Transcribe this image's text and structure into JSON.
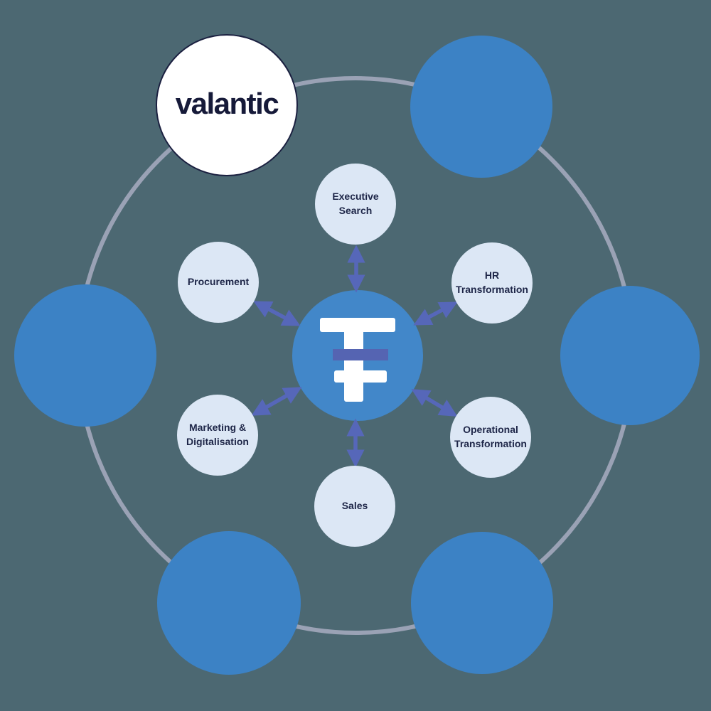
{
  "diagram": {
    "background_color": "#4c6872",
    "ring_color": "#9aa2b5",
    "accent_blue": "#3c82c5",
    "center_blue": "#4287c9",
    "light_circle_color": "#dce7f5",
    "arrow_color": "#5667b9",
    "label_text_color": "#1d2547",
    "brand": {
      "wordmark": "valantic"
    },
    "center_hub": {
      "icon": "tf-monogram-icon",
      "band_color": "#5564b2"
    },
    "satellites": [
      {
        "id": "executive-search",
        "label": "Executive\nSearch"
      },
      {
        "id": "hr-transformation",
        "label": "HR\nTransformation"
      },
      {
        "id": "operational-transformation",
        "label": "Operational\nTransformation"
      },
      {
        "id": "sales",
        "label": "Sales"
      },
      {
        "id": "marketing-digitalisation",
        "label": "Marketing &\nDigitalisation"
      },
      {
        "id": "procurement",
        "label": "Procurement"
      }
    ]
  }
}
